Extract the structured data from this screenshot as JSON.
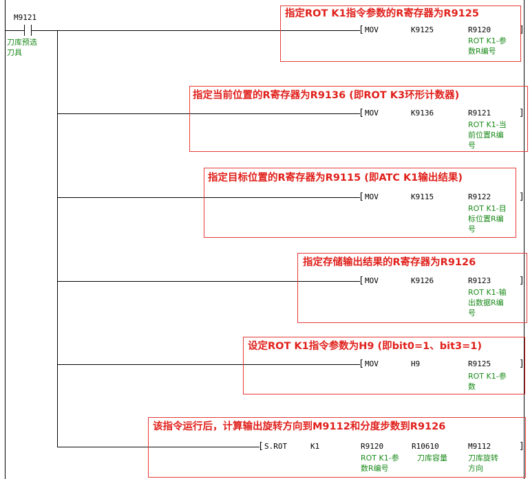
{
  "contact": {
    "address": "M9121",
    "comment_line1": "刀库预选",
    "comment_line2": "刀具"
  },
  "rungs": [
    {
      "instr": "MOV",
      "op1": "K9125",
      "op2": "R9120",
      "cmt": [
        "ROT K1-参",
        "数R编号"
      ],
      "annot": "指定ROT K1指令参数的R寄存器为R9125"
    },
    {
      "instr": "MOV",
      "op1": "K9136",
      "op2": "R9121",
      "cmt": [
        "ROT K1-当",
        "前位置R编",
        "号"
      ],
      "annot": "指定当前位置的R寄存器为R9136 (即ROT K3环形计数器)"
    },
    {
      "instr": "MOV",
      "op1": "K9115",
      "op2": "R9122",
      "cmt": [
        "ROT K1-目",
        "标位置R编",
        "号"
      ],
      "annot": "指定目标位置的R寄存器为R9115 (即ATC K1输出结果)"
    },
    {
      "instr": "MOV",
      "op1": "K9126",
      "op2": "R9123",
      "cmt": [
        "ROT K1-输",
        "出数据R编",
        "号"
      ],
      "annot": "指定存储输出结果的R寄存器为R9126"
    },
    {
      "instr": "MOV",
      "op1": "H9",
      "op2": "R9125",
      "cmt": [
        "ROT K1-参",
        "数"
      ],
      "annot": "设定ROT K1指令参数为H9 (即bit0=1、bit3=1)"
    }
  ],
  "rot": {
    "instr": "S.ROT",
    "k": "K1",
    "op1": "R9120",
    "op2": "R10610",
    "op3": "M9112",
    "cmt1": [
      "ROT K1-参",
      "数R编号"
    ],
    "cmt2": [
      "刀库容量"
    ],
    "cmt3": [
      "刀库旋转",
      "方向"
    ],
    "annot": "该指令运行后，计算输出旋转方向到M9112和分度步数到R9126"
  }
}
